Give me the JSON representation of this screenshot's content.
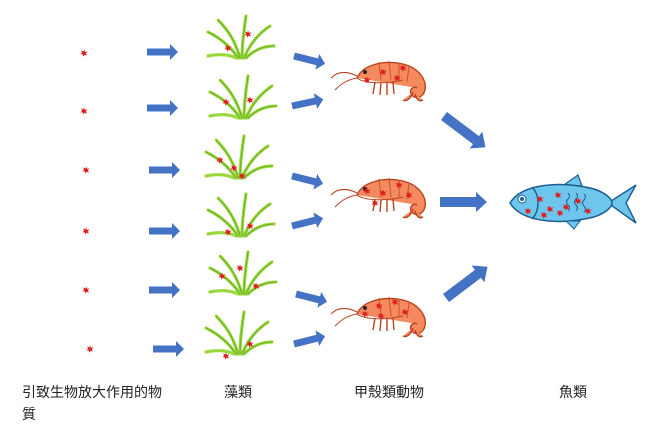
{
  "labels": {
    "source": "引致生物放大作用的物質",
    "algae": "藻類",
    "crustacean": "甲殼類動物",
    "fish": "魚類"
  },
  "colors": {
    "arrow": "#4472c4",
    "toxin": "#e02020",
    "algae": "#9ad83c",
    "shrimp": "#f07a50",
    "fish_body": "#6ec6ec"
  }
}
